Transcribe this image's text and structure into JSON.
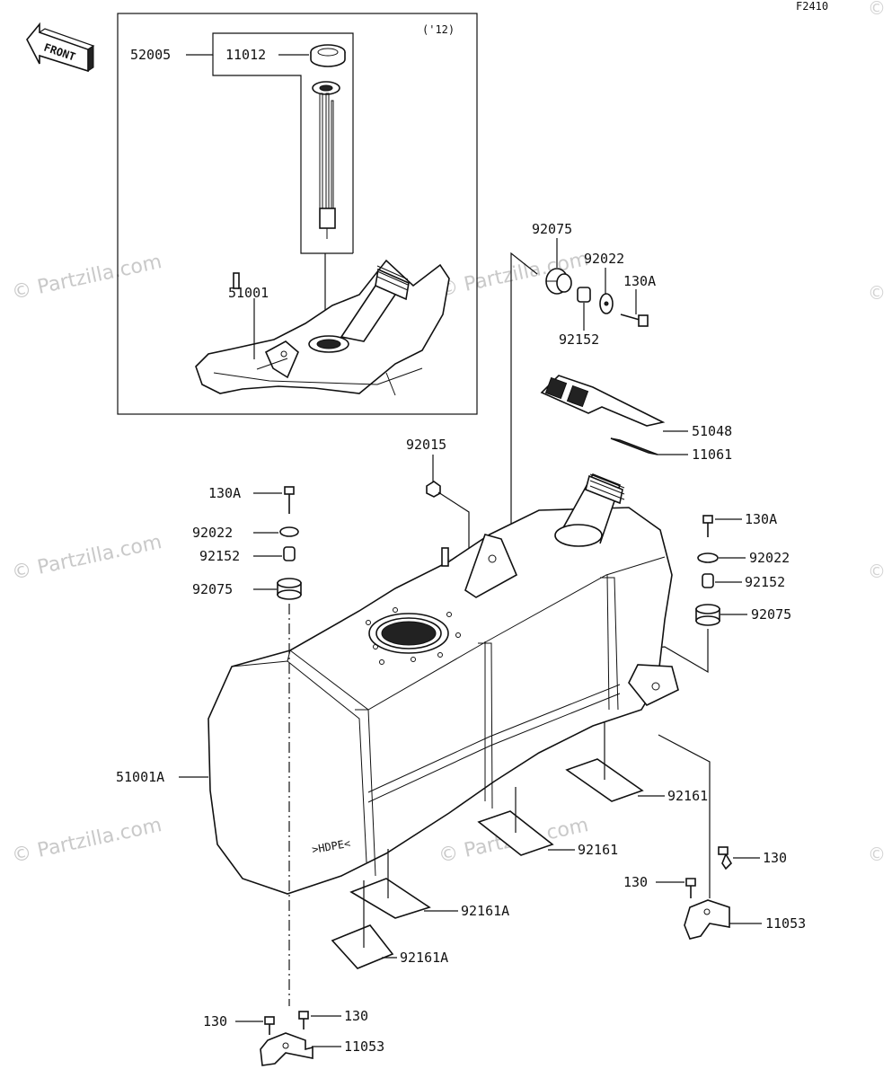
{
  "diagram_code": "F2410",
  "front_label": "FRONT",
  "inset_note": "('12)",
  "watermark": "© Partzilla.com",
  "watermark_symbol": "©",
  "labels": {
    "p52005": "52005",
    "p11012": "11012",
    "p51001": "51001",
    "p92075_top": "92075",
    "p92022_top": "92022",
    "p130A_top": "130A",
    "p92152_top": "92152",
    "p51048": "51048",
    "p11061": "11061",
    "p92015": "92015",
    "p130A_left": "130A",
    "p92022_left": "92022",
    "p92152_left": "92152",
    "p92075_left": "92075",
    "p130A_right": "130A",
    "p92022_right": "92022",
    "p92152_right": "92152",
    "p92075_right": "92075",
    "p51001A": "51001A",
    "p92161_a": "92161",
    "p92161_b": "92161",
    "p92161A_a": "92161A",
    "p92161A_b": "92161A",
    "p130_r1": "130",
    "p130_r2": "130",
    "p11053_r": "11053",
    "p130_l1": "130",
    "p130_l2": "130",
    "p11053_l": "11053",
    "tank_marking": ">HDPE<"
  }
}
